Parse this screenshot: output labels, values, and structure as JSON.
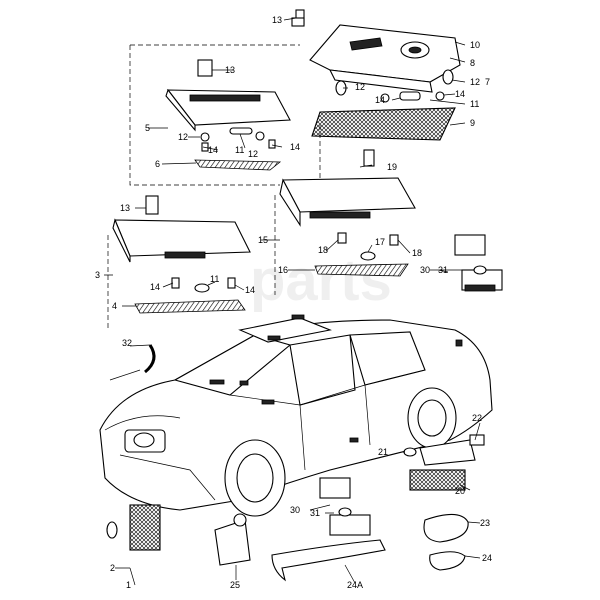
{
  "watermark": "parts",
  "callouts": [
    {
      "id": "c13a",
      "text": "13"
    },
    {
      "id": "c10",
      "text": "10"
    },
    {
      "id": "c8",
      "text": "8"
    },
    {
      "id": "c12a",
      "text": "12"
    },
    {
      "id": "c12b",
      "text": "12"
    },
    {
      "id": "c7",
      "text": "7"
    },
    {
      "id": "c14a",
      "text": "14"
    },
    {
      "id": "c14b",
      "text": "14"
    },
    {
      "id": "c11a",
      "text": "11"
    },
    {
      "id": "c9",
      "text": "9"
    },
    {
      "id": "c13b",
      "text": "13"
    },
    {
      "id": "c5",
      "text": "5"
    },
    {
      "id": "c12c",
      "text": "12"
    },
    {
      "id": "c12d",
      "text": "12"
    },
    {
      "id": "c14c",
      "text": "14"
    },
    {
      "id": "c11b",
      "text": "11"
    },
    {
      "id": "c14d",
      "text": "14"
    },
    {
      "id": "c6",
      "text": "6"
    },
    {
      "id": "c19",
      "text": "19"
    },
    {
      "id": "c13c",
      "text": "13"
    },
    {
      "id": "c15",
      "text": "15"
    },
    {
      "id": "c18a",
      "text": "18"
    },
    {
      "id": "c17",
      "text": "17"
    },
    {
      "id": "c18b",
      "text": "18"
    },
    {
      "id": "c16",
      "text": "16"
    },
    {
      "id": "c30a",
      "text": "30"
    },
    {
      "id": "c31a",
      "text": "31"
    },
    {
      "id": "c3",
      "text": "3"
    },
    {
      "id": "c11c",
      "text": "11"
    },
    {
      "id": "c14e",
      "text": "14"
    },
    {
      "id": "c14f",
      "text": "14"
    },
    {
      "id": "c4",
      "text": "4"
    },
    {
      "id": "c32",
      "text": "32"
    },
    {
      "id": "c22",
      "text": "22"
    },
    {
      "id": "c21",
      "text": "21"
    },
    {
      "id": "c20",
      "text": "20"
    },
    {
      "id": "c30b",
      "text": "30"
    },
    {
      "id": "c31b",
      "text": "31"
    },
    {
      "id": "c23",
      "text": "23"
    },
    {
      "id": "c24",
      "text": "24"
    },
    {
      "id": "c2",
      "text": "2"
    },
    {
      "id": "c1",
      "text": "1"
    },
    {
      "id": "c25",
      "text": "25"
    },
    {
      "id": "c24A",
      "text": "24A"
    }
  ]
}
